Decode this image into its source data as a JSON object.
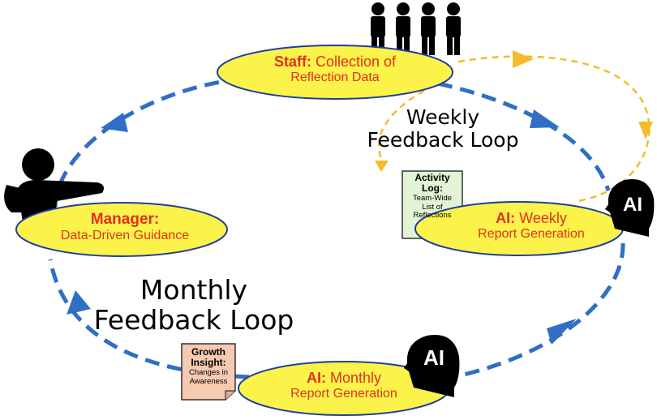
{
  "nodes": {
    "staff": {
      "head": "Staff:",
      "line1": "Collection of",
      "line2": "Reflection Data"
    },
    "manager": {
      "head": "Manager:",
      "line2": "Data-Driven Guidance"
    },
    "ai_weekly": {
      "head": "AI:",
      "line1": "Weekly",
      "line2": "Report Generation"
    },
    "ai_monthly": {
      "head": "AI:",
      "line1": "Monthly",
      "line2": "Report Generation"
    }
  },
  "loops": {
    "weekly": {
      "line1": "Weekly",
      "line2": "Feedback Loop"
    },
    "monthly": {
      "line1": "Monthly",
      "line2": "Feedback Loop"
    }
  },
  "documents": {
    "activity_log": {
      "title1": "Activity",
      "title2": "Log:",
      "body1": "Team-Wide",
      "body2": "List of",
      "body3": "Reflections"
    },
    "growth_insight": {
      "title1": "Growth",
      "title2": "Insight:",
      "body1": "Changes in",
      "body2": "Awareness"
    }
  },
  "ai_badge_label": "AI",
  "icons": {
    "staff_group": "people-group-icon",
    "manager": "person-pointing-icon",
    "ai_heads": "ai-head-icon"
  },
  "colors": {
    "ellipse_fill": "#fbf34a",
    "ellipse_stroke": "#1f3f9c",
    "monthly_loop": "#2f6fc4",
    "weekly_loop": "#f4bc2c",
    "label_red": "#e0301e",
    "activity_log_fill": "#e3f3d6",
    "growth_insight_fill": "#f6c9b1"
  }
}
